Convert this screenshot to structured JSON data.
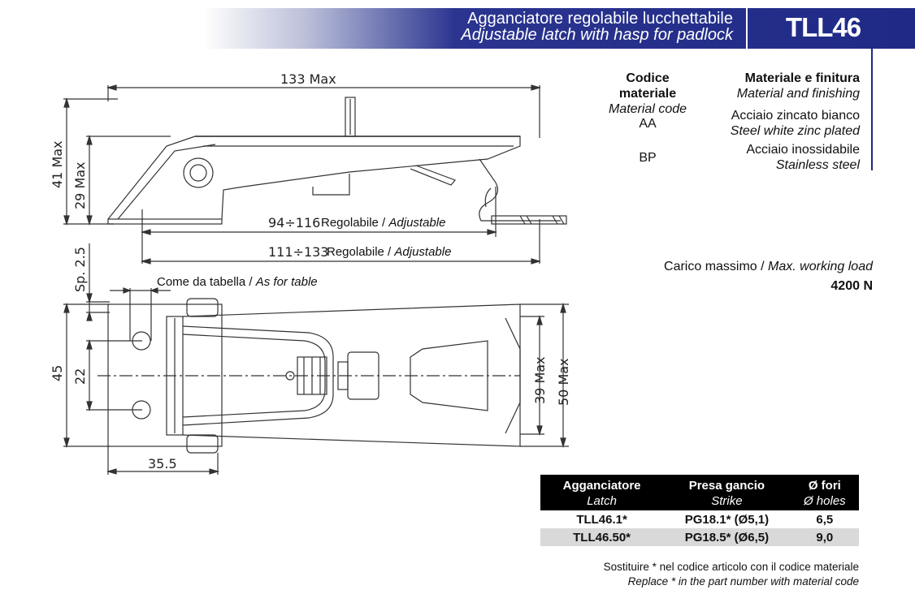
{
  "header": {
    "title_it": "Agganciatore regolabile lucchettabile",
    "title_en": "Adjustable latch with hasp for padlock",
    "code": "TLL46"
  },
  "materials": {
    "head_code_it": "Codice materiale",
    "head_code_en": "Material code",
    "head_finish_it": "Materiale e finitura",
    "head_finish_en": "Material and finishing",
    "rows": [
      {
        "code": "AA",
        "finish_it": "Acciaio zincato bianco",
        "finish_en": "Steel white zinc plated"
      },
      {
        "code": "BP",
        "finish_it": "Acciaio inossidabile",
        "finish_en": "Stainless steel"
      }
    ]
  },
  "load": {
    "label_it": "Carico massimo /",
    "label_en": "Max. working load",
    "value": "4200 N"
  },
  "drawing": {
    "dim_133": "133 Max",
    "dim_41": "41 Max",
    "dim_29": "29 Max",
    "dim_94": "94÷116",
    "dim_111": "111÷133",
    "regolabile": "Regolabile /",
    "adjustable": "Adjustable",
    "dim_sp": "Sp. 2.5",
    "as_table_it": "Come da tabella /",
    "as_table_en": "As for table",
    "dim_45": "45",
    "dim_22": "22",
    "dim_39": "39 Max",
    "dim_50": "50 Max",
    "dim_35": "35.5"
  },
  "table": {
    "headers": [
      {
        "it": "Agganciatore",
        "en": "Latch"
      },
      {
        "it": "Presa gancio",
        "en": "Strike"
      },
      {
        "it": "Ø fori",
        "en": "Ø holes"
      }
    ],
    "rows": [
      [
        "TLL46.1*",
        "PG18.1* (Ø5,1)",
        "6,5"
      ],
      [
        "TLL46.50*",
        "PG18.5* (Ø6,5)",
        "9,0"
      ]
    ]
  },
  "note": {
    "it": "Sostituire * nel codice articolo con il codice materiale",
    "en": "Replace * in the part number with material code"
  },
  "colors": {
    "brand_blue": "#1f2a86",
    "row_alt": "#d9d9d9"
  }
}
